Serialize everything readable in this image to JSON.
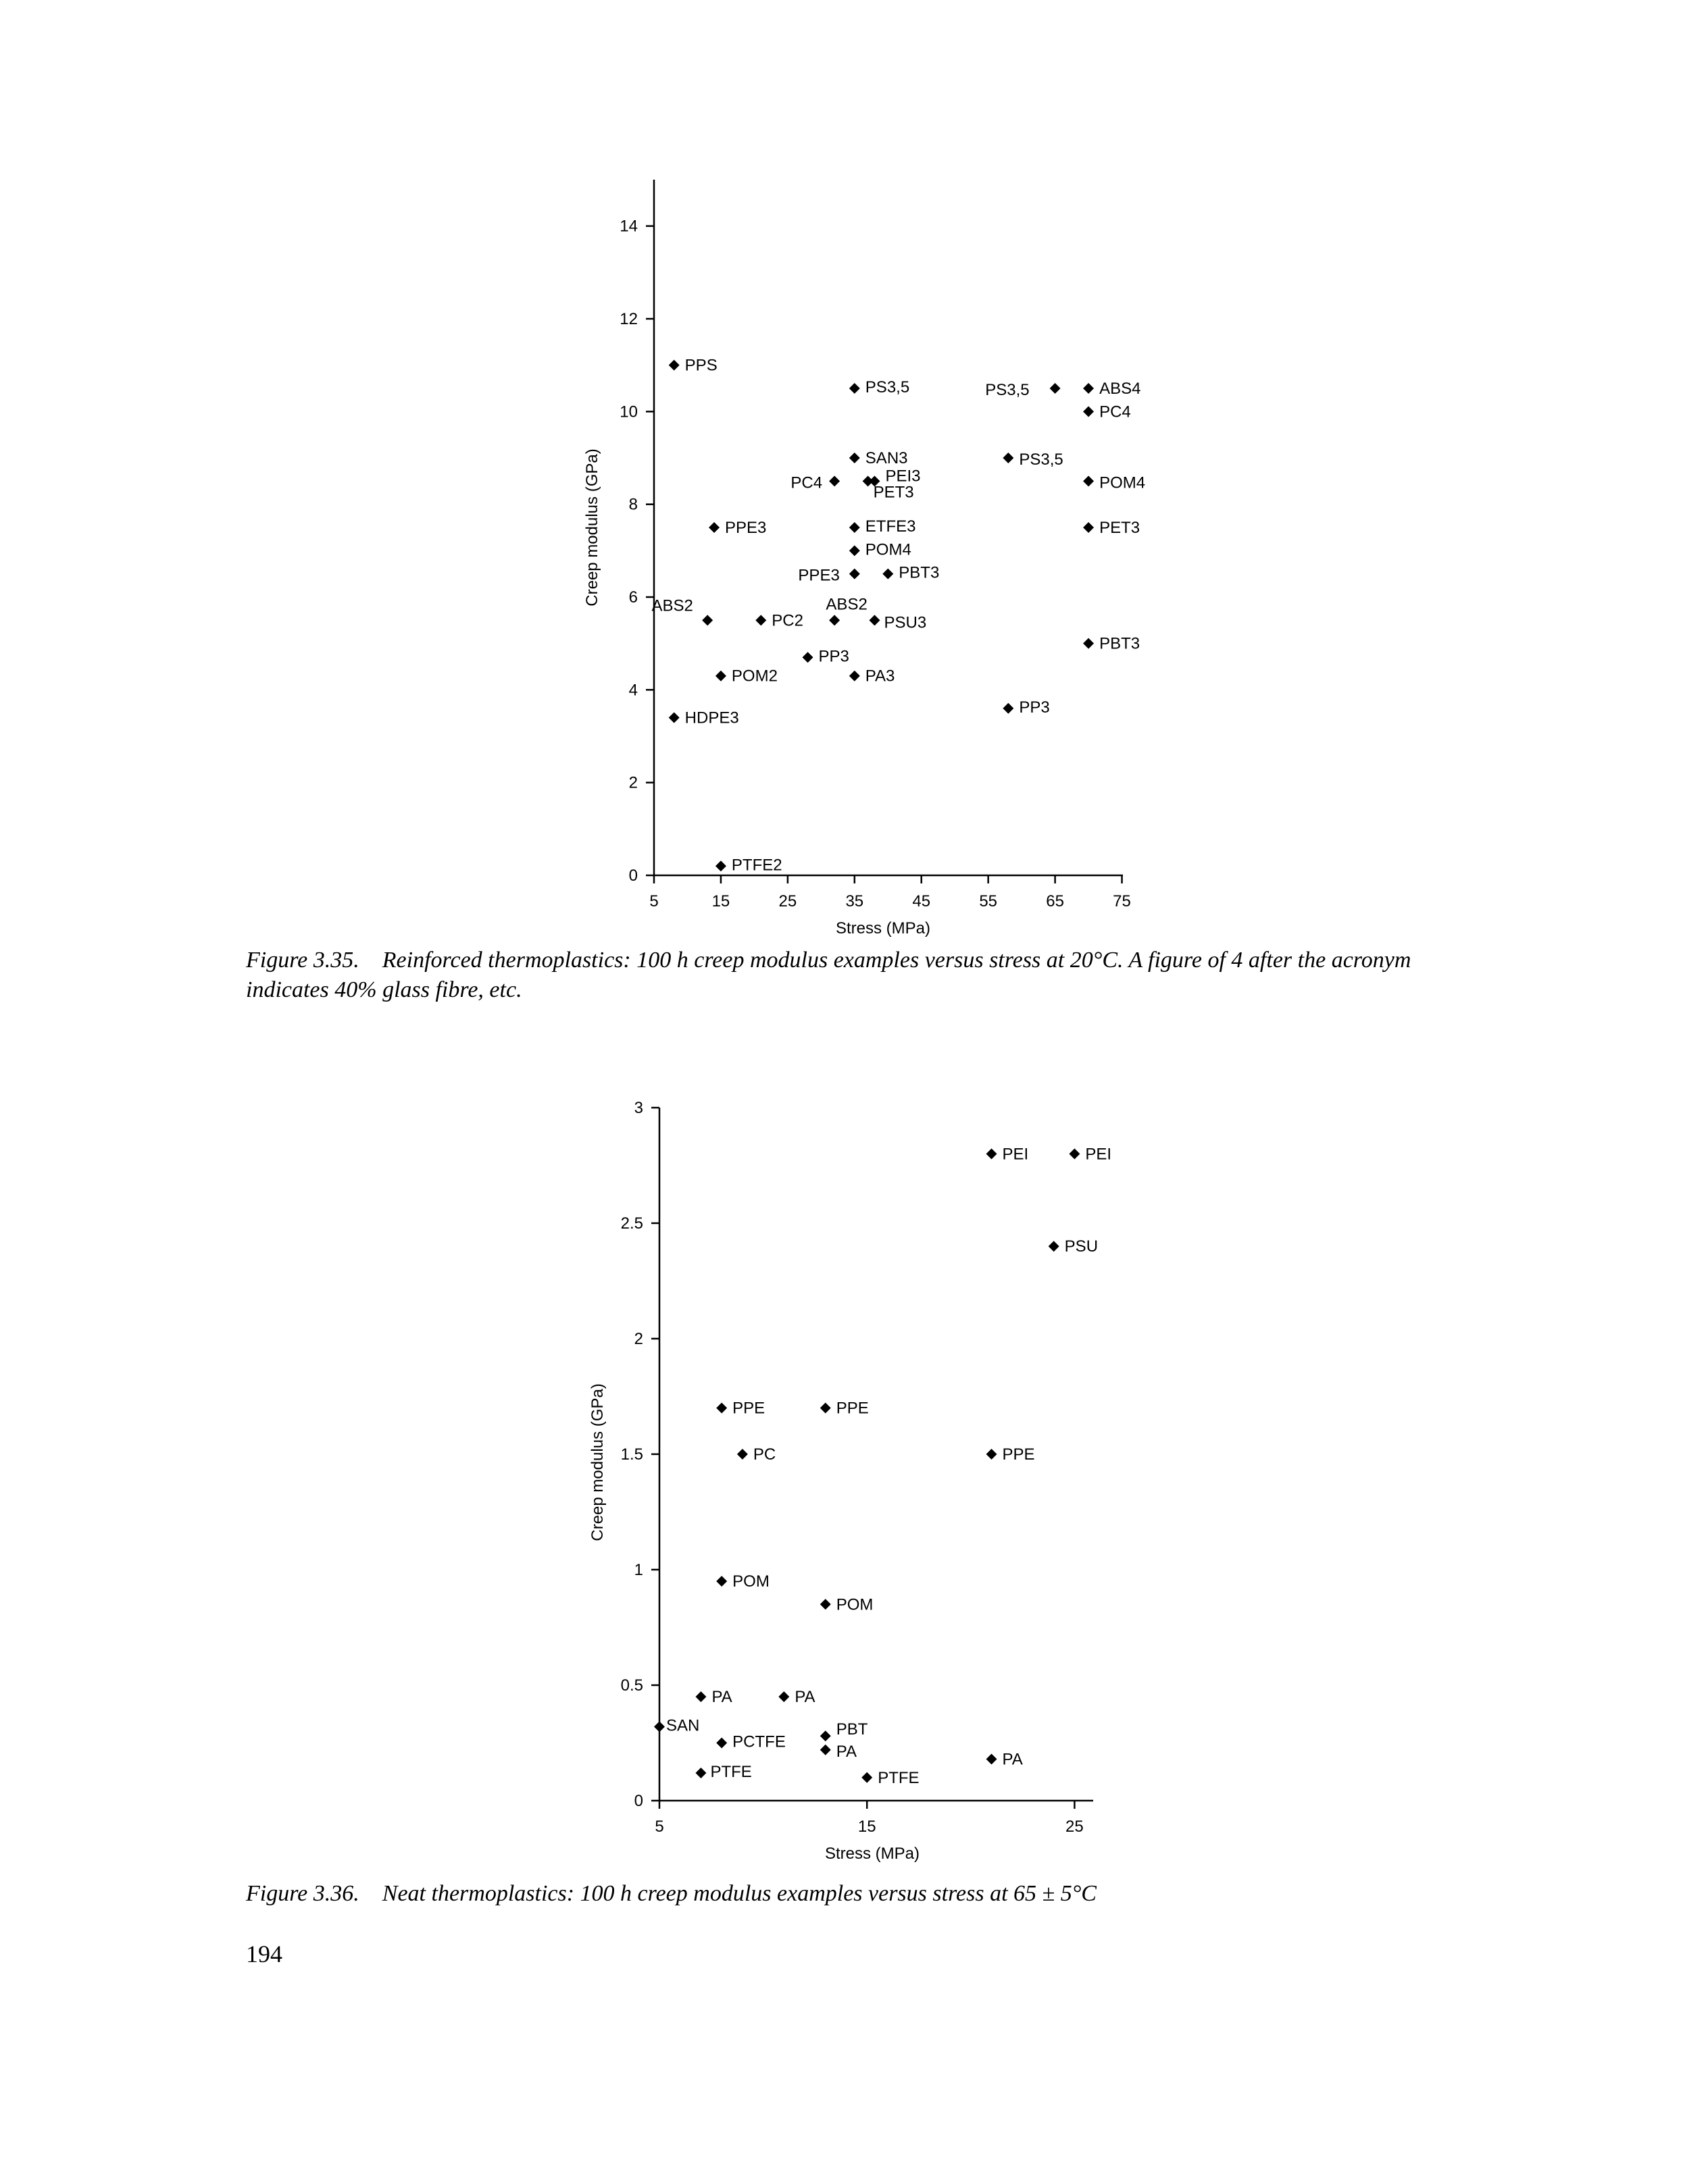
{
  "figures": [
    {
      "number": "Figure 3.35.",
      "caption": "Reinforced thermoplastics: 100 h creep modulus examples versus stress at 20°C. A figure of 4 after the acronym indicates 40% glass fibre, etc."
    },
    {
      "number": "Figure 3.36.",
      "caption": "Neat thermoplastics: 100 h creep modulus examples versus stress at 65 ± 5°C"
    }
  ],
  "page_number": "194",
  "chart_data": [
    {
      "type": "scatter",
      "title": "",
      "xlabel": "Stress (MPa)",
      "ylabel": "Creep modulus (GPa)",
      "xlim": [
        5,
        80
      ],
      "ylim": [
        0,
        15
      ],
      "xticks": [
        5,
        15,
        25,
        35,
        45,
        55,
        65,
        75
      ],
      "yticks": [
        0,
        2,
        4,
        6,
        8,
        10,
        12,
        14
      ],
      "grid": false,
      "marker_color": "#000000",
      "points": [
        {
          "label": "PPS",
          "x": 8,
          "y": 11.0
        },
        {
          "label": "PS3,5",
          "x": 35,
          "y": 10.5
        },
        {
          "label": "PS3,5",
          "x": 65,
          "y": 10.5
        },
        {
          "label": "ABS4",
          "x": 70,
          "y": 10.5
        },
        {
          "label": "PC4",
          "x": 70,
          "y": 10.0
        },
        {
          "label": "SAN3",
          "x": 35,
          "y": 9.0
        },
        {
          "label": "PS3,5",
          "x": 58,
          "y": 9.0
        },
        {
          "label": "PC4",
          "x": 32,
          "y": 8.5
        },
        {
          "label": "PEI3",
          "x": 38,
          "y": 8.5
        },
        {
          "label": "PET3",
          "x": 37,
          "y": 8.5
        },
        {
          "label": "POM4",
          "x": 70,
          "y": 8.5
        },
        {
          "label": "PPE3",
          "x": 14,
          "y": 7.5
        },
        {
          "label": "ETFE3",
          "x": 35,
          "y": 7.5
        },
        {
          "label": "PET3",
          "x": 70,
          "y": 7.5
        },
        {
          "label": "POM4",
          "x": 35,
          "y": 7.0
        },
        {
          "label": "PPE3",
          "x": 35,
          "y": 6.5
        },
        {
          "label": "PBT3",
          "x": 40,
          "y": 6.5
        },
        {
          "label": "ABS2",
          "x": 13,
          "y": 5.5
        },
        {
          "label": "PC2",
          "x": 21,
          "y": 5.5
        },
        {
          "label": "ABS2",
          "x": 32,
          "y": 5.5
        },
        {
          "label": "PSU3",
          "x": 38,
          "y": 5.5
        },
        {
          "label": "PBT3",
          "x": 70,
          "y": 5.0
        },
        {
          "label": "PP3",
          "x": 28,
          "y": 4.7
        },
        {
          "label": "POM2",
          "x": 15,
          "y": 4.3
        },
        {
          "label": "PA3",
          "x": 35,
          "y": 4.3
        },
        {
          "label": "PP3",
          "x": 58,
          "y": 3.6
        },
        {
          "label": "HDPE3",
          "x": 8,
          "y": 3.4
        },
        {
          "label": "PTFE2",
          "x": 15,
          "y": 0.2
        }
      ]
    },
    {
      "type": "scatter",
      "title": "",
      "xlabel": "Stress (MPa)",
      "ylabel": "Creep modulus (GPa)",
      "xlim": [
        5,
        30
      ],
      "ylim": [
        0,
        3
      ],
      "xticks": [
        5,
        15,
        25
      ],
      "yticks": [
        0,
        0.5,
        1,
        1.5,
        2,
        2.5,
        3
      ],
      "grid": false,
      "marker_color": "#000000",
      "points": [
        {
          "label": "PEI",
          "x": 21,
          "y": 2.8
        },
        {
          "label": "PEI",
          "x": 25,
          "y": 2.8
        },
        {
          "label": "PSU",
          "x": 24,
          "y": 2.4
        },
        {
          "label": "PPE",
          "x": 8,
          "y": 1.7
        },
        {
          "label": "PPE",
          "x": 13,
          "y": 1.7
        },
        {
          "label": "PC",
          "x": 9,
          "y": 1.5
        },
        {
          "label": "PPE",
          "x": 21,
          "y": 1.5
        },
        {
          "label": "POM",
          "x": 8,
          "y": 0.95
        },
        {
          "label": "POM",
          "x": 13,
          "y": 0.85
        },
        {
          "label": "PA",
          "x": 7,
          "y": 0.45
        },
        {
          "label": "PA",
          "x": 11,
          "y": 0.45
        },
        {
          "label": "SAN",
          "x": 5,
          "y": 0.32
        },
        {
          "label": "PBT",
          "x": 13,
          "y": 0.28
        },
        {
          "label": "PCTFE",
          "x": 8,
          "y": 0.25
        },
        {
          "label": "PA",
          "x": 13,
          "y": 0.22
        },
        {
          "label": "PA",
          "x": 21,
          "y": 0.18
        },
        {
          "label": "PTFE",
          "x": 7,
          "y": 0.12
        },
        {
          "label": "PTFE",
          "x": 15,
          "y": 0.1
        }
      ]
    }
  ]
}
